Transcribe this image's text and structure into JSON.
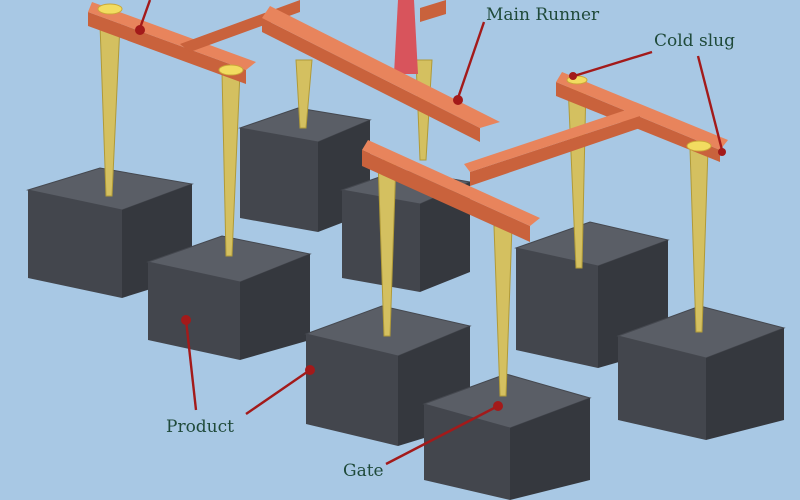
{
  "labels": {
    "main_runner": "Main Runner",
    "cold_slug": "Cold slug",
    "product": "Product",
    "gate": "Gate"
  },
  "colors": {
    "background": "#a8c8e4",
    "runner": "#e8845c",
    "gate": "#d4c060",
    "product": "#4a4d54",
    "sprue": "#d8545c",
    "leader": "#a31a1a",
    "label_text": "#1f4a3a"
  }
}
